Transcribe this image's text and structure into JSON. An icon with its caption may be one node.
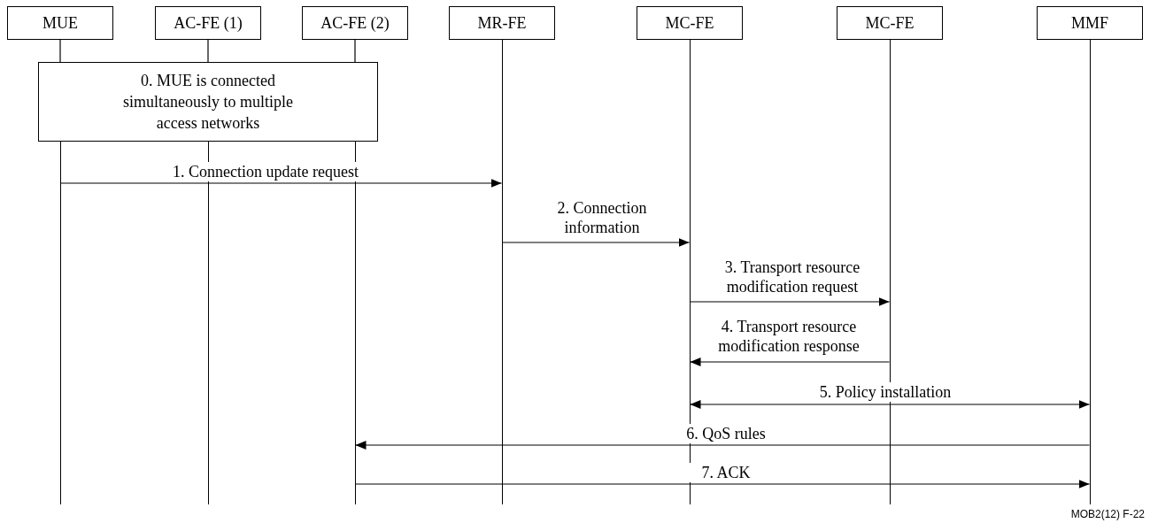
{
  "diagram": {
    "nodes": [
      {
        "text": [
          "MUE"
        ]
      },
      {
        "text": [
          "AC-FE (1)"
        ]
      },
      {
        "text": [
          "AC-FE (2)"
        ]
      },
      {
        "text": [
          "MR-FE"
        ]
      },
      {
        "text": [
          "MC-FE"
        ]
      },
      {
        "text": [
          "MC-FE"
        ]
      },
      {
        "text": [
          "MMF"
        ]
      },
      {
        "text": [
          "0. MUE is connected simultaneously to multiple access networks"
        ]
      },
      {
        "text": [],
        "shape": "line"
      },
      {
        "text": [],
        "shape": "line"
      },
      {
        "text": [],
        "shape": "line"
      },
      {
        "text": [],
        "shape": "line"
      },
      {
        "text": [],
        "shape": "line"
      },
      {
        "text": [],
        "shape": "line"
      },
      {
        "text": [],
        "shape": "line"
      }
    ],
    "edges": [
      {
        "from": 8,
        "to": 11,
        "arrow": "to",
        "label": "1. Connection update request"
      },
      {
        "from": 11,
        "to": 12,
        "arrow": "to",
        "label": "2. Connection information"
      },
      {
        "from": 12,
        "to": 13,
        "arrow": "to",
        "label": "3. Transport resource modification request"
      },
      {
        "from": 13,
        "to": 12,
        "arrow": "to",
        "label": "4. Transport resource modification response"
      },
      {
        "from": 12,
        "to": 14,
        "arrow": "both",
        "label": "5. Policy installation"
      },
      {
        "from": 14,
        "to": 10,
        "arrow": "to",
        "label": "6. QoS rules"
      },
      {
        "from": 10,
        "to": 14,
        "arrow": "to",
        "label": "7. ACK"
      },
      {
        "from": 0,
        "to": 7,
        "arrow": "none"
      },
      {
        "from": 1,
        "to": 7,
        "arrow": "none"
      },
      {
        "from": 2,
        "to": 7,
        "arrow": "none"
      }
    ],
    "labels": [
      "MOB2(12) F-22"
    ]
  }
}
